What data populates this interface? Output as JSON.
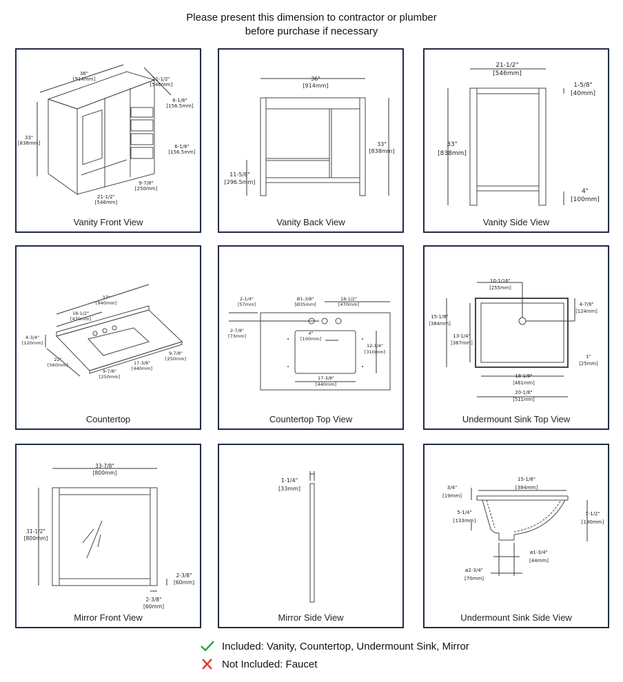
{
  "header": {
    "line1": "Please present this dimension to contractor or plumber",
    "line2": "before purchase if necessary"
  },
  "panels": {
    "vanity_front": {
      "caption": "Vanity Front View",
      "width_in": "36\"",
      "width_mm": "[914mm]",
      "depth_in": "21-1/2\"",
      "depth_mm": "[546mm]",
      "drawer1_in": "6-1/8\"",
      "drawer1_mm": "[156.5mm]",
      "drawer2_in": "6-1/8\"",
      "drawer2_mm": "[156.5mm]",
      "height_in": "33\"",
      "height_mm": "[838mm]",
      "leg_in": "9-7/8\"",
      "leg_mm": "[250mm]",
      "base_in": "21-1/2\"",
      "base_mm": "[546mm]"
    },
    "vanity_back": {
      "caption": "Vanity Back View",
      "width_in": "36\"",
      "width_mm": "[914mm]",
      "height_in": "33\"",
      "height_mm": "[838mm]",
      "shelf_in": "11-5/8\"",
      "shelf_mm": "[296.5mm]"
    },
    "vanity_side": {
      "caption": "Vanity Side View",
      "depth_in": "21-1/2\"",
      "depth_mm": "[546mm]",
      "rail_in": "1-5/8\"",
      "rail_mm": "[40mm]",
      "height_in": "33\"",
      "height_mm": "[838mm]",
      "toe_in": "4\"",
      "toe_mm": "[100mm]"
    },
    "countertop": {
      "caption": "Countertop",
      "width_in": "37\"",
      "width_mm": "[940mm]",
      "center_in": "18-1/2\"",
      "center_mm": "[470mm]",
      "splash_in": "4-3/4\"",
      "splash_mm": "[120mm]",
      "depth_in": "22\"",
      "depth_mm": "[560mm]",
      "left_in": "9-7/8\"",
      "left_mm": "[250mm]",
      "sink_in": "17-3/8\"",
      "sink_mm": "[440mm]",
      "right_in": "9-7/8\"",
      "right_mm": "[250mm]"
    },
    "countertop_top": {
      "caption": "Countertop Top View",
      "edge_in": "2-1/4\"",
      "edge_mm": "[57mm]",
      "hole_in": "Ø1-3/8\"",
      "hole_mm": "[Ø35mm]",
      "center_in": "18-1/2\"",
      "center_mm": "[470mm]",
      "sinkgap_in": "2-7/8\"",
      "sinkgap_mm": "[73mm]",
      "spread_in": "4\"",
      "spread_mm": "[100mm]",
      "sinkdepth_in": "12-1/4\"",
      "sinkdepth_mm": "[310mm]",
      "sinkwidth_in": "17-3/8\"",
      "sinkwidth_mm": "[440mm]"
    },
    "sink_top": {
      "caption": "Undermount Sink Top View",
      "drain_x_in": "10-1/16\"",
      "drain_x_mm": "[255mm]",
      "outer_h_in": "15-1/8\"",
      "outer_h_mm": "[384mm]",
      "drain_y_in": "4-7/8\"",
      "drain_y_mm": "[124mm]",
      "inner_h_in": "13-1/4\"",
      "inner_h_mm": "[367mm]",
      "rim_in": "1\"",
      "rim_mm": "[25mm]",
      "inner_w_in": "18-1/8\"",
      "inner_w_mm": "[461mm]",
      "outer_w_in": "20-1/8\"",
      "outer_w_mm": "[511mm]"
    },
    "mirror_front": {
      "caption": "Mirror Front View",
      "width_in": "33-7/8\"",
      "width_mm": "[800mm]",
      "height_in": "31-1/2\"",
      "height_mm": "[800mm]",
      "frame_v_in": "2-3/8\"",
      "frame_v_mm": "[60mm]",
      "frame_h_in": "2-3/8\"",
      "frame_h_mm": "[60mm]"
    },
    "mirror_side": {
      "caption": "Mirror Side View",
      "thick_in": "1-1/4\"",
      "thick_mm": "[33mm]"
    },
    "sink_side": {
      "caption": "Undermount Sink Side View",
      "length_in": "15-1/8\"",
      "length_mm": "[384mm]",
      "flange_in": "3/4\"",
      "flange_mm": "[19mm]",
      "bowl_in": "5-1/4\"",
      "bowl_mm": "[133mm]",
      "depth_in": "7-1/2\"",
      "depth_mm": "[190mm]",
      "drain_in_in": "ø1-3/4\"",
      "drain_in_mm": "[44mm]",
      "drain_out_in": "ø2-3/4\"",
      "drain_out_mm": "[70mm]"
    }
  },
  "legend": {
    "included": "Included: Vanity, Countertop, Undermount Sink, Mirror",
    "not_included": "Not Included: Faucet",
    "included_icon": "check-icon",
    "not_included_icon": "cross-icon",
    "included_color": "#2ea84a",
    "not_included_color": "#e53935"
  },
  "colors": {
    "panel_border": "#1f2a44",
    "line": "#333333"
  }
}
